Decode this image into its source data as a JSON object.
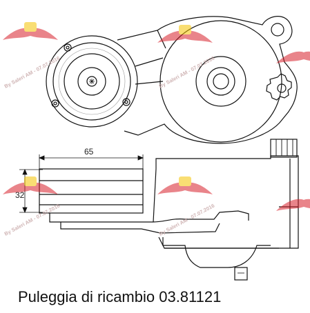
{
  "dimensions": {
    "width_label": "65",
    "height_label": "32"
  },
  "watermark": {
    "text": "By Saleri AM - 07.07.2016",
    "colors": [
      "#d8202a",
      "#f4c400"
    ]
  },
  "caption": "Puleggia di ricambio 03.81121",
  "colors": {
    "line": "#111111",
    "background": "#ffffff",
    "watermark_text": "#c8a8a8"
  }
}
